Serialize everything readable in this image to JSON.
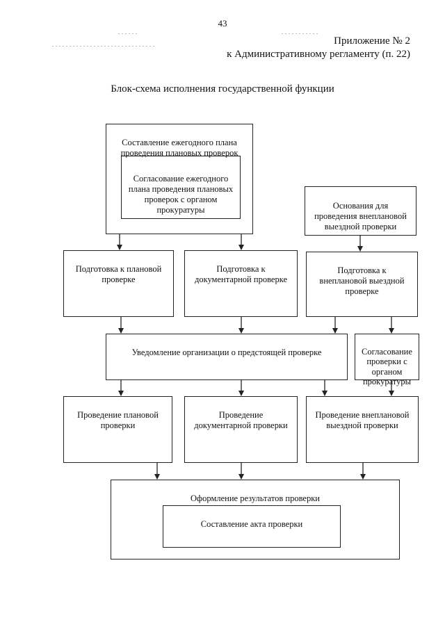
{
  "header": {
    "page_number": "43",
    "appendix_line1": "Приложение № 2",
    "appendix_line2": "к Административному регламенту (п. 22)"
  },
  "title": "Блок-схема исполнения государственной функции",
  "boxes": {
    "annual_plan": "Составление ежегодного плана\nпроведения плановых проверок",
    "annual_plan_approval": "Согласование ежегодного\nплана проведения плановых\nпроверок с органом\nпрокуратуры",
    "unscheduled_grounds": "Основания для\nпроведения внеплановой\nвыездной проверки",
    "prep_planned": "Подготовка к плановой\nпроверке",
    "prep_documentary": "Подготовка к\nдокументарной проверке",
    "prep_unscheduled": "Подготовка к\nвнеплановой выездной\nпроверке",
    "notification": "Уведомление организации о предстоящей проверке",
    "prosecutor_approval": "Согласование\nпроверки с\nорганом\nпрокуратуры",
    "conduct_planned": "Проведение плановой\nпроверки",
    "conduct_documentary": "Проведение\nдокументарной проверки",
    "conduct_unscheduled": "Проведение внеплановой\nвыездной проверки",
    "results": "Оформление результатов проверки",
    "inspection_act": "Составление акта проверки"
  }
}
